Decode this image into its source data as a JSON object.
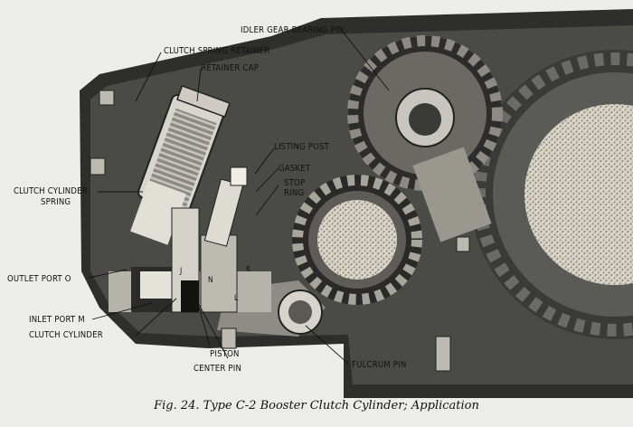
{
  "labels": {
    "idler_gear_bearing_pin": "IDLER GEAR BEARING PIN",
    "clutch_spring_retainer": "CLUTCH SPRING RETAINER",
    "retainer_cap": "RETAINER CAP",
    "listing_post": "LISTING POST",
    "gasket": "GASKET",
    "stop": "STOP",
    "ring": "RING",
    "clutch_cylinder_spring_line1": "CLUTCH CYLINDER",
    "clutch_cylinder_spring_line2": "SPRING",
    "outlet_port": "OUTLET PORT O",
    "inlet_port": "INLET PORT M",
    "clutch_cylinder": "CLUTCH CYLINDER",
    "piston": "PISTON",
    "center_pin": "CENTER PIN",
    "fulcrum_pin": "FULCRUM PIN",
    "mark_j": "J",
    "mark_k": "K",
    "mark_l": "L",
    "mark_n": "N"
  },
  "caption": "Fig. 24. Type C-2 Booster Clutch Cylinder; Application"
}
